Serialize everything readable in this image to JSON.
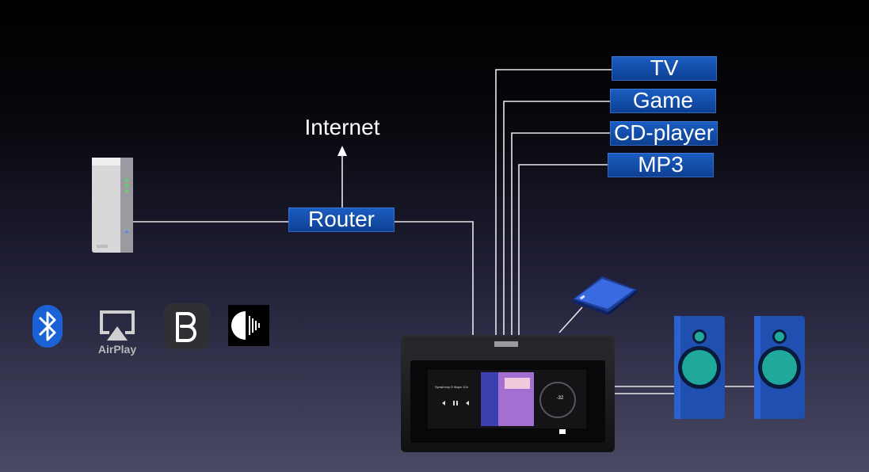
{
  "labels": {
    "internet": "Internet",
    "router": "Router",
    "tv": "TV",
    "game": "Game",
    "cd_player": "CD-player",
    "mp3": "MP3",
    "airplay": "AirPlay"
  },
  "screen": {
    "track_title": "Symphony D Major 104",
    "volume": "-32"
  },
  "colors": {
    "label_box": "#1456b8",
    "speaker_body": "#1f4fb0",
    "speaker_driver": "#1fa99a"
  }
}
